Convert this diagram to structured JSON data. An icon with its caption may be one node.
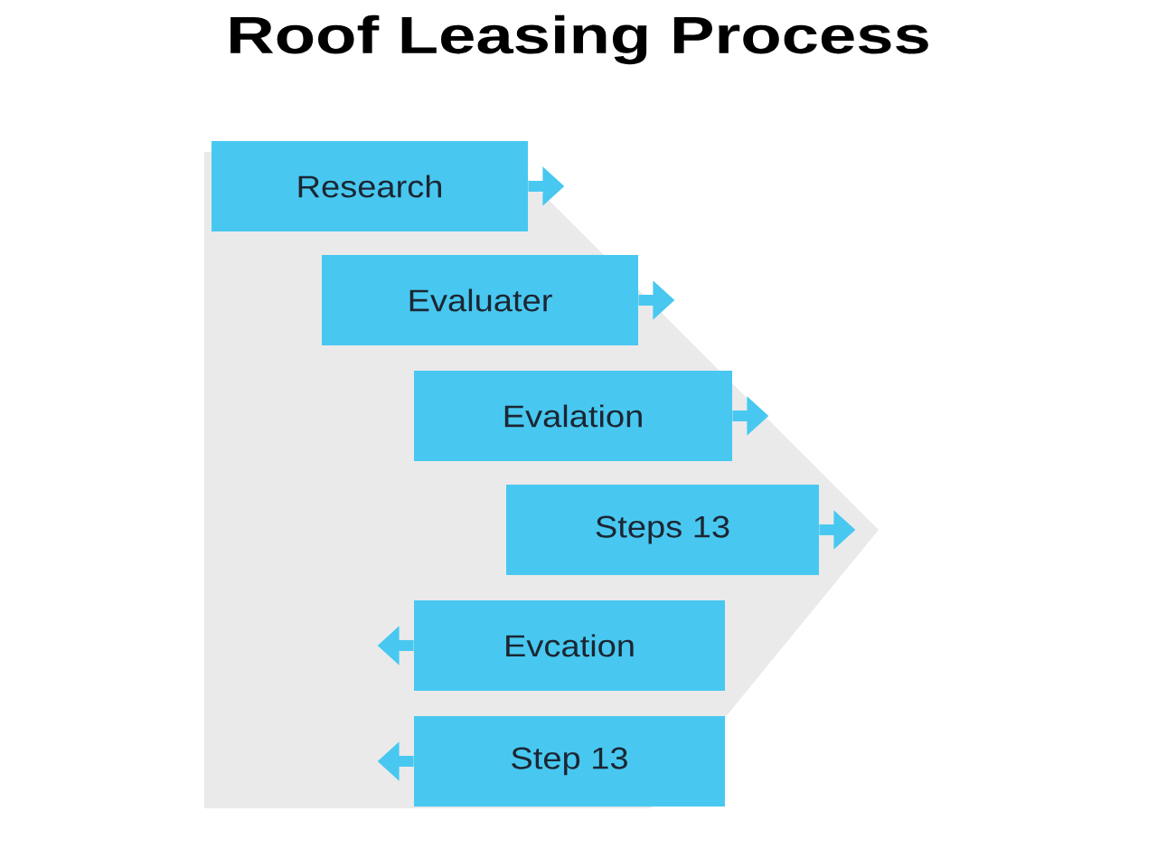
{
  "diagram": {
    "title": "Roof Leasing Process",
    "nodes": [
      {
        "text": [
          "Research"
        ]
      },
      {
        "text": [
          "Evaluater"
        ]
      },
      {
        "text": [
          "Evalation"
        ]
      },
      {
        "text": [
          "Steps 13"
        ]
      },
      {
        "text": [
          "Evcation"
        ]
      },
      {
        "text": [
          "Step 13"
        ]
      }
    ],
    "edges": [
      {
        "from": 0,
        "to": null,
        "arrow": "to"
      },
      {
        "from": 1,
        "to": null,
        "arrow": "to"
      },
      {
        "from": 2,
        "to": null,
        "arrow": "to"
      },
      {
        "from": 3,
        "to": null,
        "arrow": "to"
      },
      {
        "from": 4,
        "to": null,
        "arrow": "to"
      },
      {
        "from": 5,
        "to": null,
        "arrow": "to"
      }
    ]
  }
}
